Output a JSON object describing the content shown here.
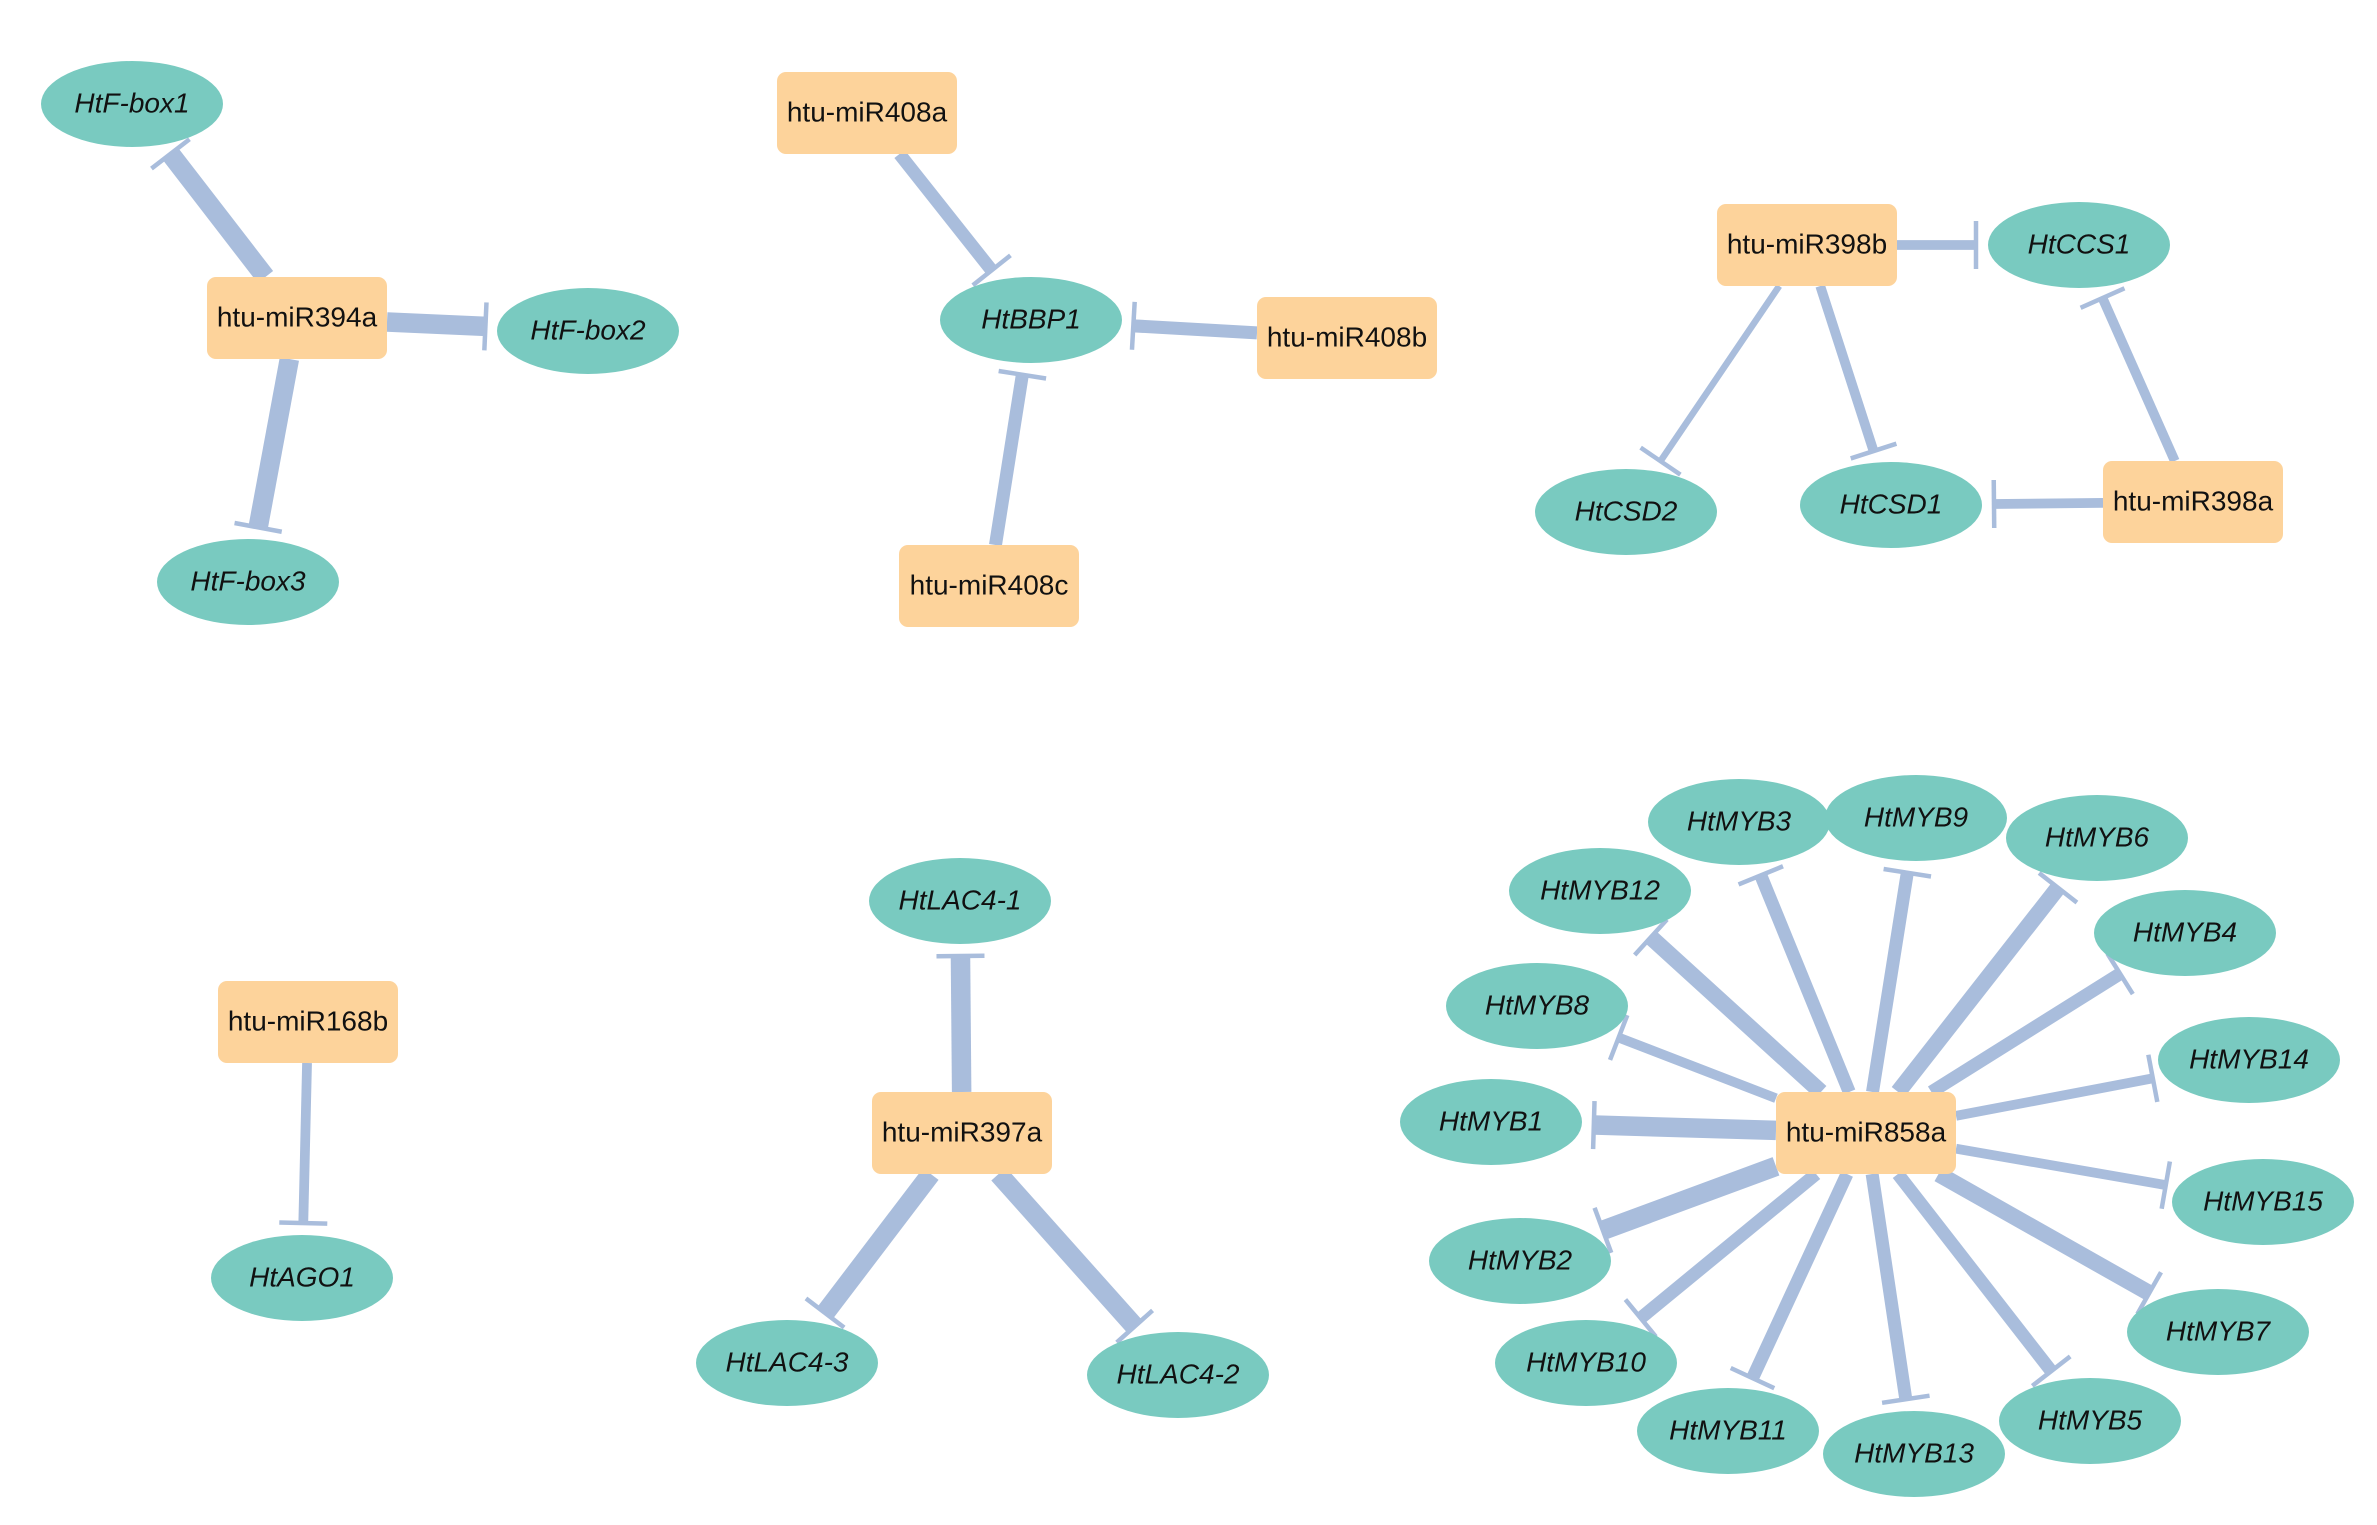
{
  "colors": {
    "mirna_fill": "#fdd39b",
    "gene_fill": "#79cac0",
    "edge": "#a9bddc",
    "text": "#111111",
    "background": "#ffffff"
  },
  "nodes": [
    {
      "id": "htu-miR394a",
      "type": "mirna",
      "label": "htu-miR394a"
    },
    {
      "id": "HtF-box1",
      "type": "gene",
      "label": "HtF-box1"
    },
    {
      "id": "HtF-box2",
      "type": "gene",
      "label": "HtF-box2"
    },
    {
      "id": "HtF-box3",
      "type": "gene",
      "label": "HtF-box3"
    },
    {
      "id": "htu-miR408a",
      "type": "mirna",
      "label": "htu-miR408a"
    },
    {
      "id": "htu-miR408b",
      "type": "mirna",
      "label": "htu-miR408b"
    },
    {
      "id": "htu-miR408c",
      "type": "mirna",
      "label": "htu-miR408c"
    },
    {
      "id": "HtBBP1",
      "type": "gene",
      "label": "HtBBP1"
    },
    {
      "id": "htu-miR398b",
      "type": "mirna",
      "label": "htu-miR398b"
    },
    {
      "id": "htu-miR398a",
      "type": "mirna",
      "label": "htu-miR398a"
    },
    {
      "id": "HtCCS1",
      "type": "gene",
      "label": "HtCCS1"
    },
    {
      "id": "HtCSD2",
      "type": "gene",
      "label": "HtCSD2"
    },
    {
      "id": "HtCSD1",
      "type": "gene",
      "label": "HtCSD1"
    },
    {
      "id": "htu-miR168b",
      "type": "mirna",
      "label": "htu-miR168b"
    },
    {
      "id": "HtAGO1",
      "type": "gene",
      "label": "HtAGO1"
    },
    {
      "id": "htu-miR397a",
      "type": "mirna",
      "label": "htu-miR397a"
    },
    {
      "id": "HtLAC4-1",
      "type": "gene",
      "label": "HtLAC4-1"
    },
    {
      "id": "HtLAC4-3",
      "type": "gene",
      "label": "HtLAC4-3"
    },
    {
      "id": "HtLAC4-2",
      "type": "gene",
      "label": "HtLAC4-2"
    },
    {
      "id": "htu-miR858a",
      "type": "mirna",
      "label": "htu-miR858a"
    },
    {
      "id": "HtMYB3",
      "type": "gene",
      "label": "HtMYB3"
    },
    {
      "id": "HtMYB9",
      "type": "gene",
      "label": "HtMYB9"
    },
    {
      "id": "HtMYB6",
      "type": "gene",
      "label": "HtMYB6"
    },
    {
      "id": "HtMYB12",
      "type": "gene",
      "label": "HtMYB12"
    },
    {
      "id": "HtMYB4",
      "type": "gene",
      "label": "HtMYB4"
    },
    {
      "id": "HtMYB8",
      "type": "gene",
      "label": "HtMYB8"
    },
    {
      "id": "HtMYB14",
      "type": "gene",
      "label": "HtMYB14"
    },
    {
      "id": "HtMYB1",
      "type": "gene",
      "label": "HtMYB1"
    },
    {
      "id": "HtMYB15",
      "type": "gene",
      "label": "HtMYB15"
    },
    {
      "id": "HtMYB2",
      "type": "gene",
      "label": "HtMYB2"
    },
    {
      "id": "HtMYB7",
      "type": "gene",
      "label": "HtMYB7"
    },
    {
      "id": "HtMYB10",
      "type": "gene",
      "label": "HtMYB10"
    },
    {
      "id": "HtMYB5",
      "type": "gene",
      "label": "HtMYB5"
    },
    {
      "id": "HtMYB11",
      "type": "gene",
      "label": "HtMYB11"
    },
    {
      "id": "HtMYB13",
      "type": "gene",
      "label": "HtMYB13"
    }
  ],
  "edges": [
    {
      "source": "htu-miR394a",
      "target": "HtF-box1",
      "weight": 3
    },
    {
      "source": "htu-miR394a",
      "target": "HtF-box2",
      "weight": 3
    },
    {
      "source": "htu-miR394a",
      "target": "HtF-box3",
      "weight": 3
    },
    {
      "source": "htu-miR408a",
      "target": "HtBBP1",
      "weight": 2
    },
    {
      "source": "htu-miR408b",
      "target": "HtBBP1",
      "weight": 2
    },
    {
      "source": "htu-miR408c",
      "target": "HtBBP1",
      "weight": 2
    },
    {
      "source": "htu-miR398b",
      "target": "HtCCS1",
      "weight": 1.5
    },
    {
      "source": "htu-miR398b",
      "target": "HtCSD2",
      "weight": 1
    },
    {
      "source": "htu-miR398b",
      "target": "HtCSD1",
      "weight": 1.5
    },
    {
      "source": "htu-miR398a",
      "target": "HtCCS1",
      "weight": 1.5
    },
    {
      "source": "htu-miR398a",
      "target": "HtCSD1",
      "weight": 1.5
    },
    {
      "source": "htu-miR168b",
      "target": "HtAGO1",
      "weight": 1.5
    },
    {
      "source": "htu-miR397a",
      "target": "HtLAC4-1",
      "weight": 3
    },
    {
      "source": "htu-miR397a",
      "target": "HtLAC4-3",
      "weight": 3
    },
    {
      "source": "htu-miR397a",
      "target": "HtLAC4-2",
      "weight": 3
    },
    {
      "source": "htu-miR858a",
      "target": "HtMYB3",
      "weight": 2
    },
    {
      "source": "htu-miR858a",
      "target": "HtMYB9",
      "weight": 2
    },
    {
      "source": "htu-miR858a",
      "target": "HtMYB6",
      "weight": 2.5
    },
    {
      "source": "htu-miR858a",
      "target": "HtMYB12",
      "weight": 2.5
    },
    {
      "source": "htu-miR858a",
      "target": "HtMYB4",
      "weight": 2
    },
    {
      "source": "htu-miR858a",
      "target": "HtMYB8",
      "weight": 1.5
    },
    {
      "source": "htu-miR858a",
      "target": "HtMYB14",
      "weight": 1.5
    },
    {
      "source": "htu-miR858a",
      "target": "HtMYB1",
      "weight": 3
    },
    {
      "source": "htu-miR858a",
      "target": "HtMYB15",
      "weight": 1.5
    },
    {
      "source": "htu-miR858a",
      "target": "HtMYB2",
      "weight": 3
    },
    {
      "source": "htu-miR858a",
      "target": "HtMYB7",
      "weight": 2.5
    },
    {
      "source": "htu-miR858a",
      "target": "HtMYB10",
      "weight": 2
    },
    {
      "source": "htu-miR858a",
      "target": "HtMYB5",
      "weight": 2
    },
    {
      "source": "htu-miR858a",
      "target": "HtMYB11",
      "weight": 2
    },
    {
      "source": "htu-miR858a",
      "target": "HtMYB13",
      "weight": 2
    }
  ]
}
